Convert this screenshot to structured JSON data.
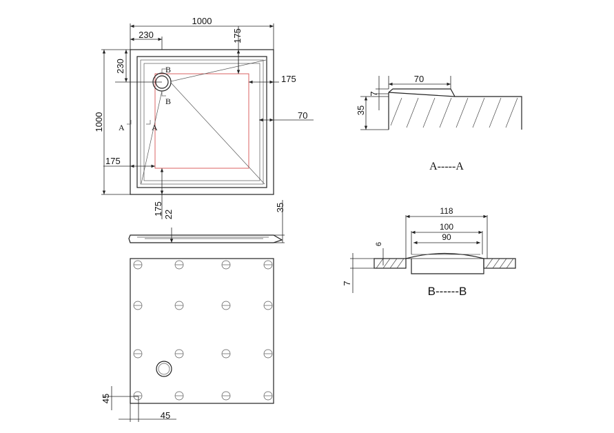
{
  "top_view": {
    "dim_width": "1000",
    "dim_height": "1000",
    "dim_drain_x": "230",
    "dim_drain_y": "230",
    "dim_top_175": "175",
    "dim_right_175": "175",
    "dim_rim_70": "70",
    "dim_left_175": "175",
    "dim_bottom_175": "175",
    "section_a_left": "A",
    "section_a_right": "A",
    "section_b_top": "B",
    "section_b_bottom": "B"
  },
  "side_view": {
    "dim_22": "22",
    "dim_35": "35"
  },
  "bottom_view": {
    "dim_45_vertical": "45",
    "dim_45_horizontal": "45"
  },
  "section_aa": {
    "dim_70": "70",
    "dim_7": "7",
    "dim_35": "35",
    "caption": "A-----A"
  },
  "section_bb": {
    "dim_118": "118",
    "dim_100": "100",
    "dim_90": "90",
    "dim_6": "6",
    "dim_7": "7",
    "caption": "B------B"
  }
}
